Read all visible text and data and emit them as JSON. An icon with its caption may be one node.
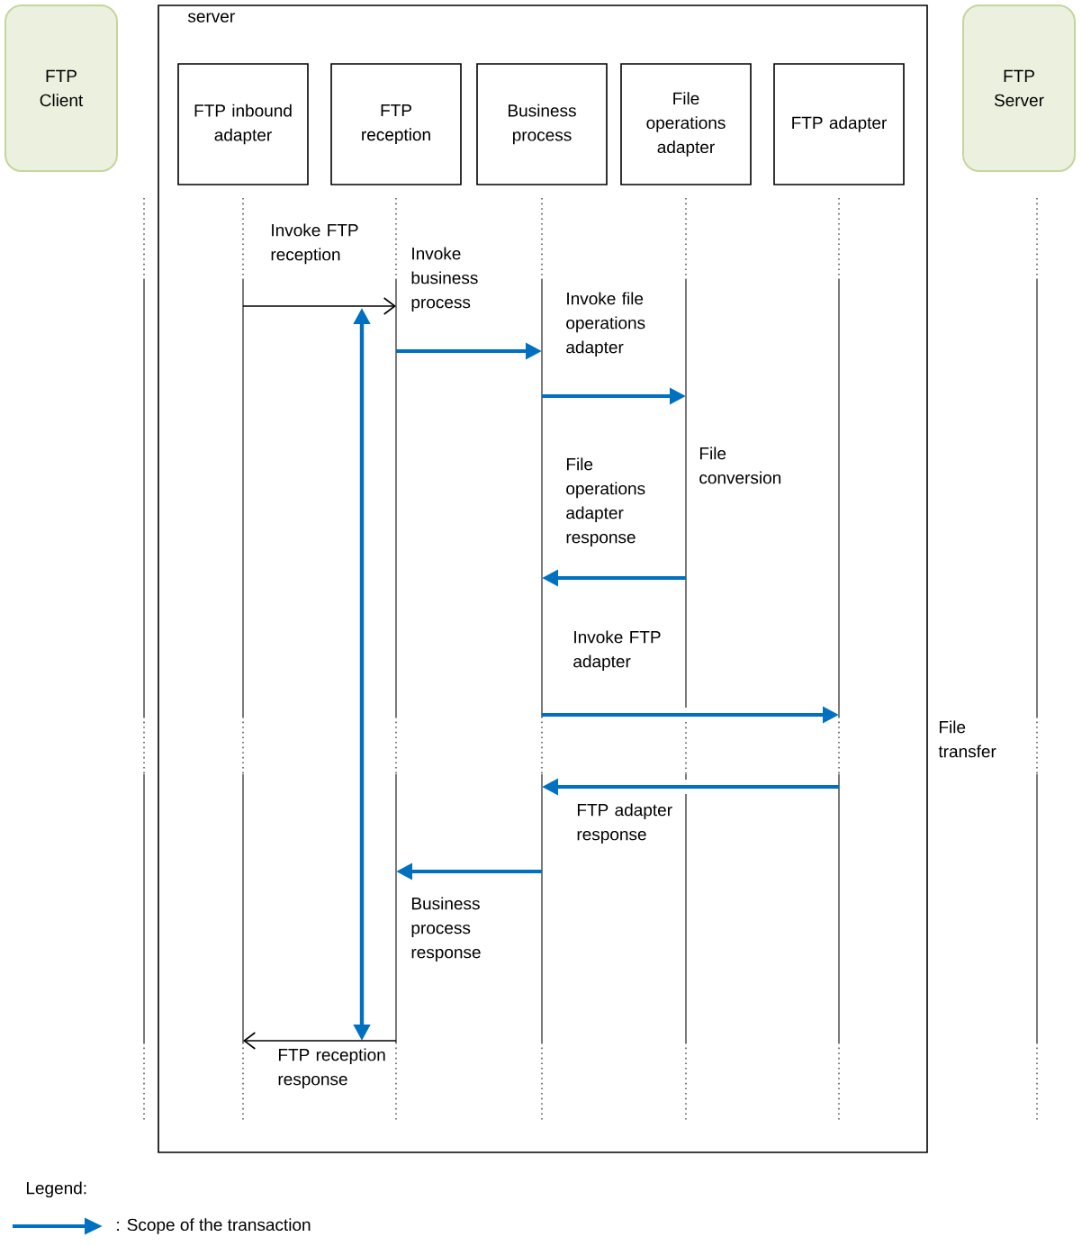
{
  "diagram": {
    "nodes": [
      {
        "text": [
          "server"
        ]
      },
      {
        "text": [
          "FTP Client"
        ]
      },
      {
        "text": [
          "FTP inbound adapter"
        ],
        "in": 0
      },
      {
        "text": [
          "FTP reception"
        ],
        "in": 0
      },
      {
        "text": [
          "Business process"
        ],
        "in": 0
      },
      {
        "text": [
          "File operations adapter"
        ],
        "in": 0
      },
      {
        "text": [
          "FTP adapter"
        ],
        "in": 0
      },
      {
        "text": [
          "FTP Server"
        ]
      }
    ],
    "edges": [
      {
        "from": 2,
        "to": 3,
        "arrow": "to",
        "label": "Invoke FTP reception",
        "color": "#000000"
      },
      {
        "from": 3,
        "to": 4,
        "arrow": "to",
        "label": "Invoke business process"
      },
      {
        "from": 4,
        "to": 5,
        "arrow": "to",
        "label": "Invoke file operations adapter"
      },
      {
        "from": 5,
        "to": 4,
        "arrow": "to",
        "label": "File operations adapter response"
      },
      {
        "from": 4,
        "to": 6,
        "arrow": "to",
        "label": "Invoke FTP adapter"
      },
      {
        "from": 6,
        "to": 4,
        "arrow": "to",
        "label": "FTP adapter response"
      },
      {
        "from": 4,
        "to": 3,
        "arrow": "to",
        "label": "Business process response"
      },
      {
        "from": 3,
        "to": 2,
        "arrow": "to",
        "label": "FTP reception response",
        "color": "#000000"
      }
    ],
    "labels": [
      "File conversion",
      "File transfer",
      "Legend:"
    ],
    "legend": [
      {
        "text": ": Scope of the transaction"
      }
    ]
  }
}
